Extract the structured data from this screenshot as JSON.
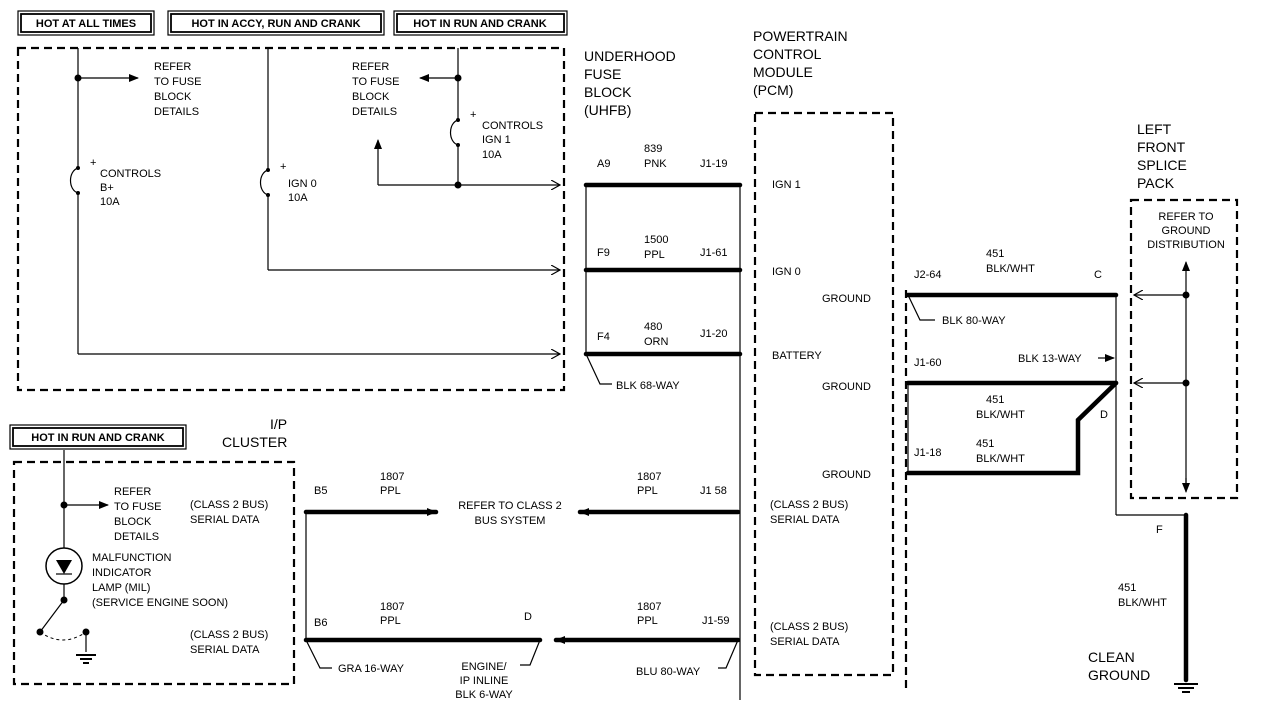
{
  "headers": {
    "hot_all_times": "HOT AT ALL TIMES",
    "hot_accy": "HOT IN ACCY, RUN AND CRANK",
    "hot_run_crank_top": "HOT IN RUN AND CRANK",
    "hot_run_crank_bottom": "HOT IN RUN AND CRANK"
  },
  "fuse_area": {
    "refer_left": [
      "REFER",
      "TO FUSE",
      "BLOCK",
      "DETAILS"
    ],
    "refer_right": [
      "REFER",
      "TO FUSE",
      "BLOCK",
      "DETAILS"
    ],
    "fuse_bplus": [
      "CONTROLS",
      "B+",
      "10A"
    ],
    "fuse_ign0": [
      "IGN 0",
      "10A"
    ],
    "fuse_ign1": [
      "CONTROLS",
      "IGN 1",
      "10A"
    ],
    "plus": "+"
  },
  "uhfb": {
    "title": [
      "UNDERHOOD",
      "FUSE",
      "BLOCK",
      "(UHFB)"
    ],
    "connector": "BLK 68-WAY",
    "wires": [
      {
        "pin": "A9",
        "circuit": "839",
        "color": "PNK",
        "pcm_pin": "J1-19"
      },
      {
        "pin": "F9",
        "circuit": "1500",
        "color": "PPL",
        "pcm_pin": "J1-61"
      },
      {
        "pin": "F4",
        "circuit": "480",
        "color": "ORN",
        "pcm_pin": "J1-20"
      }
    ]
  },
  "pcm": {
    "title": [
      "POWERTRAIN",
      "CONTROL",
      "MODULE",
      "(PCM)"
    ],
    "labels": {
      "ign1": "IGN 1",
      "ign0": "IGN 0",
      "ground1": "GROUND",
      "battery": "BATTERY",
      "ground2": "GROUND",
      "ground3": "GROUND",
      "class2_a": "(CLASS 2 BUS)",
      "serial_a": "SERIAL DATA",
      "class2_b": "(CLASS 2 BUS)",
      "serial_b": "SERIAL DATA"
    },
    "connector": "BLU 80-WAY"
  },
  "grounds": {
    "g1_pin": "J2-64",
    "g1_circuit": "451",
    "g1_color": "BLK/WHT",
    "g1_connector": "BLK 80-WAY",
    "g1_splice": "C",
    "g2_pin": "J1-60",
    "g2_circuit": "451",
    "g2_color": "BLK/WHT",
    "g3_pin": "J1-18",
    "g3_circuit": "451",
    "g3_color": "BLK/WHT",
    "splice_connector": "BLK 13-WAY",
    "splice_d": "D",
    "splice_f": "F",
    "clean_circuit": "451",
    "clean_color": "BLK/WHT",
    "clean_ground": [
      "CLEAN",
      "GROUND"
    ]
  },
  "splice_pack": {
    "title": [
      "LEFT",
      "FRONT",
      "SPLICE",
      "PACK"
    ],
    "refer": [
      "REFER TO",
      "GROUND",
      "DISTRIBUTION"
    ]
  },
  "cluster": {
    "title": [
      "I/P",
      "CLUSTER"
    ],
    "refer": [
      "REFER",
      "TO FUSE",
      "BLOCK",
      "DETAILS"
    ],
    "mil": [
      "MALFUNCTION",
      "INDICATOR",
      "LAMP (MIL)",
      "(SERVICE ENGINE SOON)"
    ],
    "class2_a": "(CLASS 2 BUS)",
    "serial_a": "SERIAL DATA",
    "class2_b": "(CLASS 2 BUS)",
    "serial_b": "SERIAL DATA",
    "connector": "GRA 16-WAY"
  },
  "serial": {
    "w1_pin": "B5",
    "w1_circuit": "1807",
    "w1_color": "PPL",
    "w1_refer": [
      "REFER TO CLASS 2",
      "BUS SYSTEM"
    ],
    "w1_pcm_circuit": "1807",
    "w1_pcm_color": "PPL",
    "w1_pcm_pin": "J1 58",
    "w2_pin": "B6",
    "w2_circuit": "1807",
    "w2_color": "PPL",
    "w2_inline_pin": "D",
    "w2_pcm_circuit": "1807",
    "w2_pcm_color": "PPL",
    "w2_pcm_pin": "J1-59",
    "inline": [
      "ENGINE/",
      "IP INLINE",
      "BLK 6-WAY"
    ]
  }
}
